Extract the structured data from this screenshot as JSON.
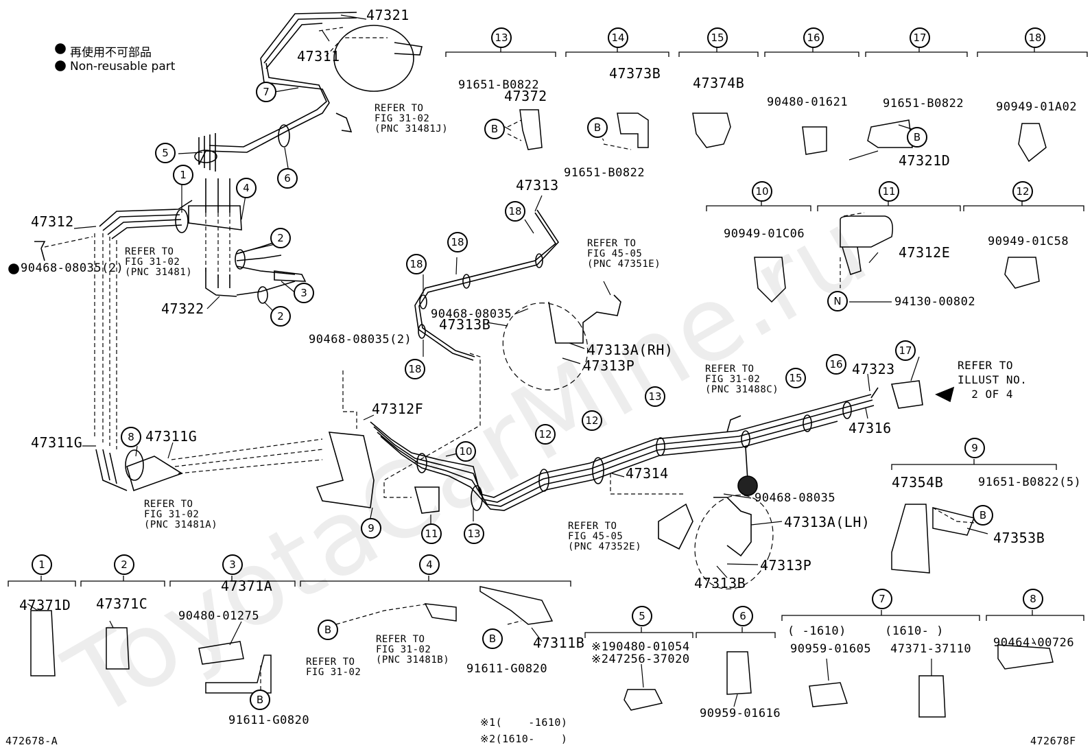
{
  "legend": {
    "jp": "再使用不可部品",
    "en": "Non-reusable part"
  },
  "watermark": "ToyotaCarMine.ru",
  "footer": {
    "left": "472678-A",
    "right": "472678F",
    "note1": "※1(    -1610)",
    "note2": "※2(1610-    )"
  },
  "circled": {
    "c1": "1",
    "c2": "2",
    "c3": "3",
    "c4": "4",
    "c5": "5",
    "c6": "6",
    "c7": "7",
    "c8": "8",
    "c9": "9",
    "c10": "10",
    "c11": "11",
    "c12": "12",
    "c13": "13",
    "c14": "14",
    "c15": "15",
    "c16": "16",
    "c17": "17",
    "c18": "18",
    "b": "B",
    "n": "N"
  },
  "labels": {
    "p47321": "47321",
    "p47311": "47311",
    "p47312": "47312",
    "p9046808035_2": "90468-08035(2)",
    "p47322": "47322",
    "p9046808035_2b": "90468-08035(2)",
    "p47312F": "47312F",
    "p47311G_a": "47311G",
    "p47311G_b": "47311G",
    "p47313": "47313",
    "p9046808035": "90468-08035",
    "p47313B": "47313B",
    "p47313A_RH": "47313A(RH)",
    "p47313P": "47313P",
    "p47323": "47323",
    "p47316": "47316",
    "p47314": "47314",
    "p9046808035_c": "90468-08035",
    "p47313A_LH": "47313A(LH)",
    "p47313P_b": "47313P",
    "p47313B_b": "47313B",
    "s13_91651": "91651-B0822",
    "s13_47372": "47372",
    "s14_47373B": "47373B",
    "s14_91651": "91651-B0822",
    "s15_47374B": "47374B",
    "s16_90480": "90480-01621",
    "s17_91651": "91651-B0822",
    "s17_47321D": "47321D",
    "s18_90949": "90949-01A02",
    "s10_90949": "90949-01C06",
    "s11_47312E": "47312E",
    "s11_94130": "94130-00802",
    "s12_90949": "90949-01C58",
    "s9_47354B": "47354B",
    "s9_91651": "91651-B0822(5)",
    "s9_47353B": "47353B",
    "s1_47371D": "47371D",
    "s2_47371C": "47371C",
    "s3_47371A": "47371A",
    "s3_90480": "90480-01275",
    "s3_91611": "91611-G0820",
    "s4_91611": "91611-G0820",
    "s4_47311B": "47311B",
    "s5_n1": "※190480-01054",
    "s5_n2": "※247256-37020",
    "s6_90959": "90959-01616",
    "s7_r1": "(    -1610)",
    "s7_r2": "(1610-    )",
    "s7_90959": "90959-01605",
    "s7_47371": "47371-37110",
    "s8_90464": "90464-00726"
  },
  "refs": {
    "r1": "REFER TO\nFIG 31-02\n(PNC 31481J)",
    "r2": "REFER TO\nFIG 31-02\n(PNC 31481)",
    "r3": "REFER TO\nFIG 31-02\n(PNC 31481A)",
    "r4": "REFER TO\nFIG 45-05\n(PNC 47351E)",
    "r5": "REFER TO\nFIG 31-02\n(PNC 31488C)",
    "r6": "REFER TO\nFIG 45-05\n(PNC 47352E)",
    "r7": "REFER TO\nFIG 31-02\n(PNC 31481B)",
    "r8": "REFER TO\nFIG 31-02",
    "r9": "REFER TO\nILLUST NO.\n  2 OF 4"
  }
}
